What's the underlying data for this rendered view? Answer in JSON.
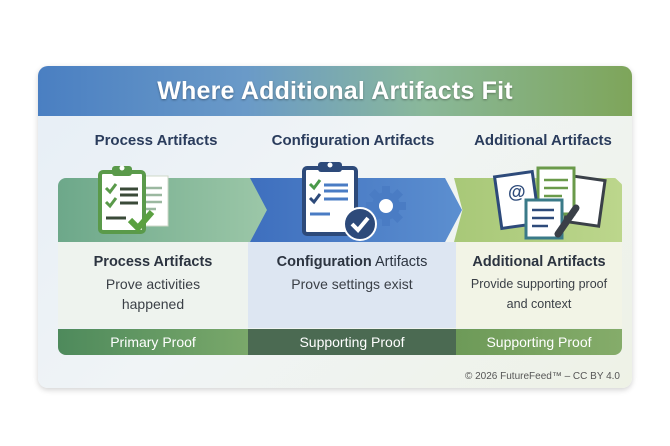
{
  "banner": {
    "title": "Where Additional Artifacts Fit"
  },
  "columns": [
    {
      "header": "Process Artifacts",
      "icon": "clipboard-checklist-icon",
      "title": "Process Artifacts",
      "title_bold": "Process Artifacts",
      "title_rest": "",
      "description": "Prove activities happened",
      "footer": "Primary Proof",
      "color": "#6da88a"
    },
    {
      "header": "Configuration Artifacts",
      "icon": "clipboard-gear-check-icon",
      "title_bold": "Configuration",
      "title_rest": " Artifacts",
      "description": "Prove settings exist",
      "footer": "Supporting Proof",
      "color": "#3e6fbe"
    },
    {
      "header": "Additional Artifacts",
      "icon": "documents-email-pen-icon",
      "title_bold": "Additional Artifacts",
      "title_rest": "",
      "description": "Provide supporting proof and context",
      "footer": "Supporting Proof",
      "color": "#a8c878"
    }
  ],
  "copyright": "© 2026 FutureFeed™ – CC BY 4.0"
}
